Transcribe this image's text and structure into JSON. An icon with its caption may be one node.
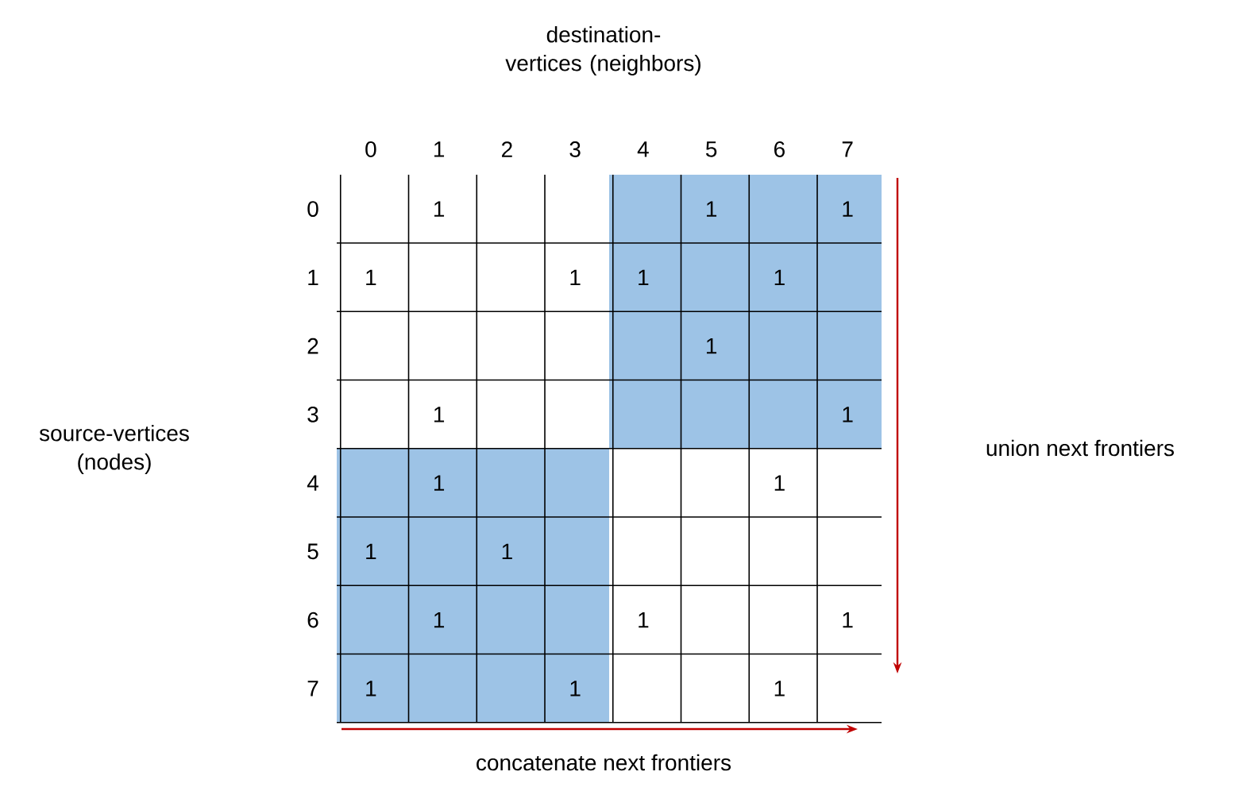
{
  "diagram": {
    "labels": [
      "destination-vertices (neighbors)",
      "0",
      "1",
      "2",
      "3",
      "4",
      "5",
      "6",
      "7",
      "0",
      "1",
      "1",
      "1",
      "1",
      "1",
      "1",
      "1",
      "1",
      "2",
      "1",
      "3",
      "1",
      "1",
      "4",
      "1",
      "1",
      "5",
      "1",
      "1",
      "6",
      "1",
      "1",
      "1",
      "7",
      "1",
      "1",
      "1",
      "source-vertices (nodes)",
      "union next frontiers",
      "concatenate next frontiers"
    ]
  }
}
